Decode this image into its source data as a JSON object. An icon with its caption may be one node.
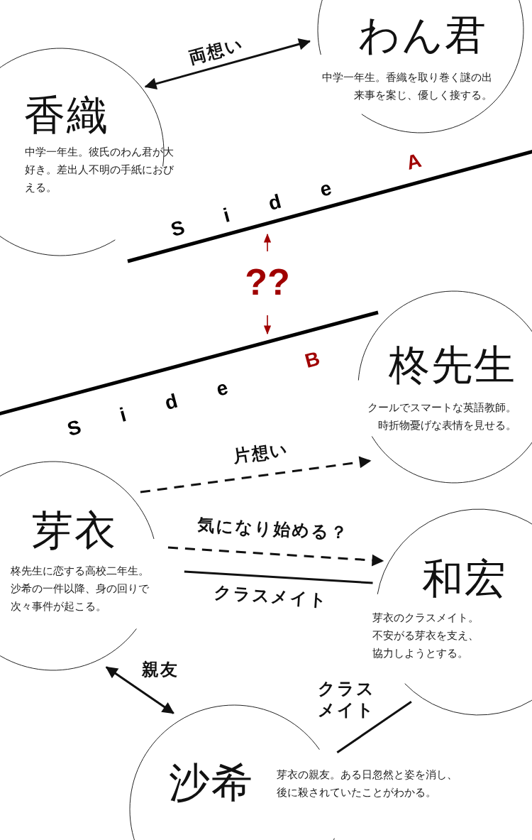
{
  "diagram": {
    "nodes": [
      {
        "text": [
          "わん君",
          "中学一年生。香織を取り巻く謎の出来事を案じ、優しく接する。"
        ]
      },
      {
        "text": [
          "香織",
          "中学一年生。彼氏のわん君が大好き。差出人不明の手紙におびえる。"
        ]
      },
      {
        "text": [
          "柊先生",
          "クールでスマートな英語教師。時折物憂げな表情を見せる。"
        ]
      },
      {
        "text": [
          "芽衣",
          "柊先生に恋する高校二年生。沙希の一件以降、身の回りで次々事件が起こる。"
        ]
      },
      {
        "text": [
          "和宏",
          "芽衣のクラスメイト。不安がる芽衣を支え、協力しようとする。"
        ]
      },
      {
        "text": [
          "沙希",
          "芽衣の親友。ある日忽然と姿を消し、後に殺されていたことがわかる。"
        ]
      }
    ],
    "edges": [
      {
        "from": 1,
        "to": 0,
        "arrow": "both",
        "label": "両想い"
      },
      {
        "from": 3,
        "to": 2,
        "arrow": "to",
        "label": "片想い",
        "style": "dashed"
      },
      {
        "from": 3,
        "to": 4,
        "arrow": "to",
        "label": "気になり始める？",
        "style": "dashed"
      },
      {
        "from": 3,
        "to": 4,
        "arrow": "none",
        "label": "クラスメイト"
      },
      {
        "from": 3,
        "to": 5,
        "arrow": "both",
        "label": "親友"
      },
      {
        "from": 5,
        "to": 4,
        "arrow": "none",
        "label": "クラスメイト"
      }
    ],
    "labels": [
      "Side",
      "A",
      "??",
      "Side",
      "B"
    ]
  }
}
